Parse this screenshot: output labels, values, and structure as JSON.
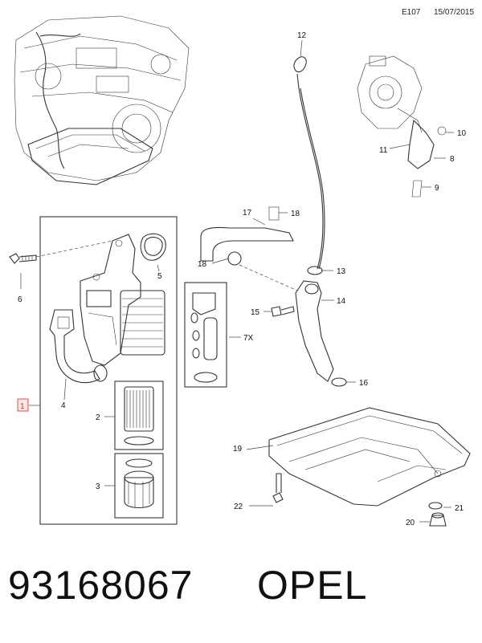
{
  "header": {
    "code": "E107",
    "date": "15/07/2015"
  },
  "callouts": {
    "c1": "1",
    "c2": "2",
    "c3": "3",
    "c4": "4",
    "c5": "5",
    "c6": "6",
    "c7": "7X",
    "c8": "8",
    "c9": "9",
    "c10": "10",
    "c11": "11",
    "c12": "12",
    "c13": "13",
    "c14": "14",
    "c15": "15",
    "c16": "16",
    "c17": "17",
    "c18a": "18",
    "c18b": "18",
    "c19": "19",
    "c20": "20",
    "c21": "21",
    "c22": "22"
  },
  "footer": {
    "part_number": "93168067",
    "brand": "OPEL"
  },
  "colors": {
    "line": "#333333",
    "highlight": "#d9534f",
    "frame": "#222222"
  }
}
